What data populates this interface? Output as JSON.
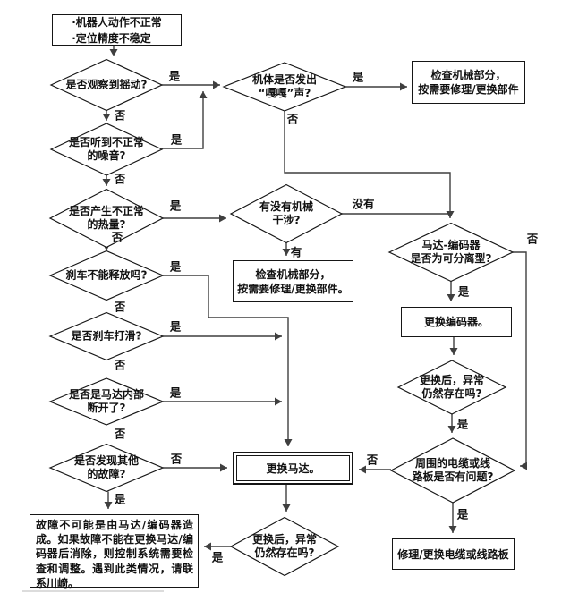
{
  "page": {
    "background": "#ffffff",
    "line_color": "#3f3f3f",
    "border_color": "#161616",
    "text_color": "#111111"
  },
  "labels": {
    "yes": "是",
    "no": "否",
    "have": "有",
    "none": "没有"
  },
  "nodes": {
    "start": "·机器人动作不正常\n·定位精度不稳定",
    "q_shake": "是否观察到摇动?",
    "q_noise": "是否听到不正常\n的噪音?",
    "q_heat": "是否产生不正常\n的热量?",
    "q_brake_release": "刹车不能释放吗?",
    "q_brake_slip": "是否刹车打滑?",
    "q_motor_open": "是否是马达内部\n断开了?",
    "q_other_fault": "是否发现其他\n的故障?",
    "q_rattle": "机体是否发出\n“嘎嘎”声?",
    "q_interference": "有没有机械\n干涉?",
    "q_encoder_detachable": "马达-编码器\n是否为可分离型?",
    "q_persist_right": "更换后，异常\n仍然存在吗?",
    "q_cable_board": "周围的电缆或线\n路板是否有问题?",
    "q_persist_bottom": "更换后，异常\n仍然存在吗?",
    "check_mech_top": "检查机械部分，\n按需要修理/更换部件",
    "check_mech_mid": "检查机械部分，\n按需要修理/更换部件。",
    "replace_encoder": "更换编码器。",
    "replace_motor": "更换马达。",
    "repair_cable": "修理/更换电缆或线路板",
    "contact_note": "故障不可能是由马达/编码器造成。如果故障不能在更换马达/编码器后消除，则控制系统需要检查和调整。遇到此类情况，请联系川崎。"
  }
}
